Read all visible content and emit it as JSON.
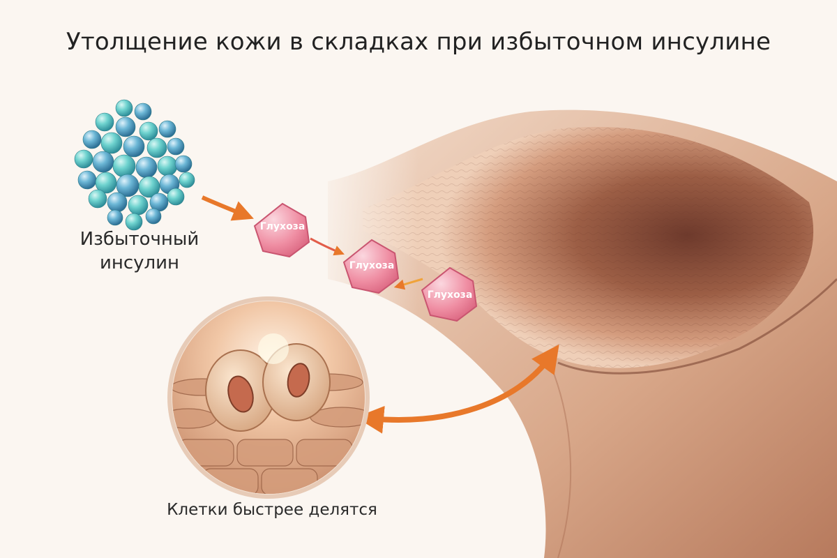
{
  "title": "Утолщение кожи в складках при избыточном инсулине",
  "labels": {
    "insulin_line1": "Избыточный",
    "insulin_line2": "инсулин",
    "cells": "Клетки быстрее делятся"
  },
  "glucose_molecules": [
    {
      "text": "Глухоза"
    },
    {
      "text": "Глухоза"
    },
    {
      "text": "Глухоза"
    }
  ],
  "colors": {
    "background": "#fbf6f1",
    "arrow": "#e8782a",
    "glucose_fill": "#ee8fa2",
    "insulin_sphere": "#5cc7c6",
    "skin_light": "#e6b79a",
    "skin_dark": "#7a4030"
  }
}
